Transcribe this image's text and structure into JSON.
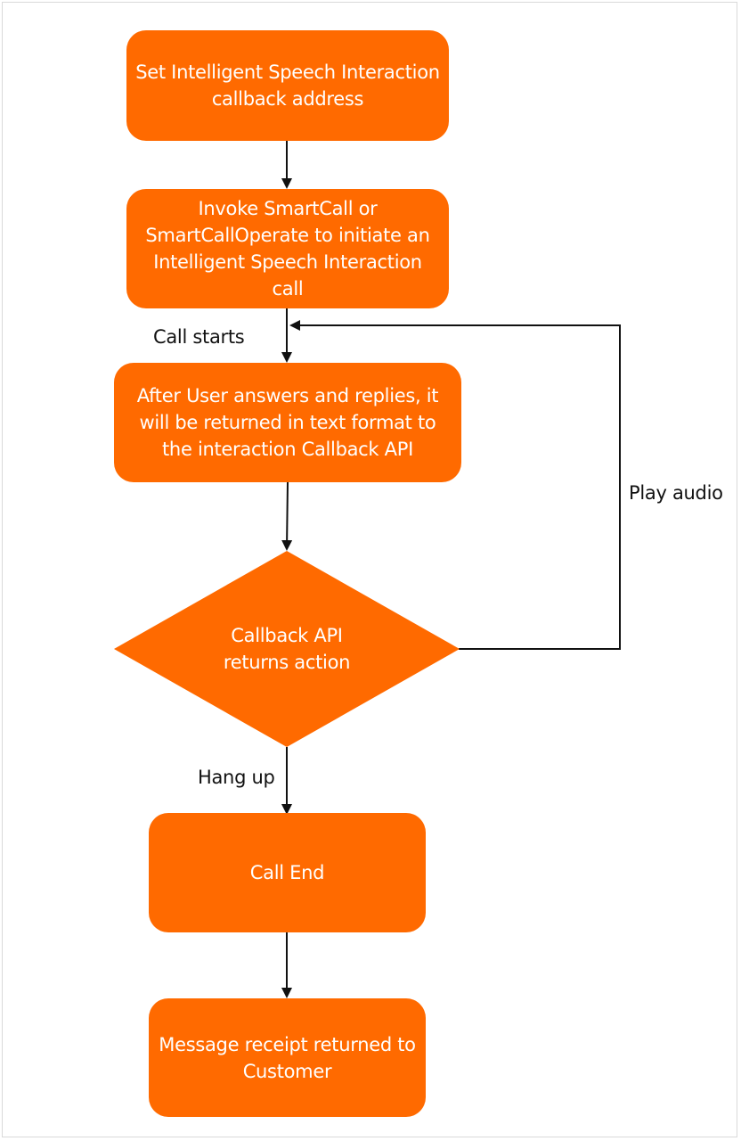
{
  "diagram": {
    "nodes": {
      "set_callback": "Set Intelligent Speech Interaction callback address",
      "invoke_call": "Invoke SmartCall or SmartCallOperate to initiate an Intelligent Speech Interaction call",
      "user_replies": "After User answers and replies, it will be returned in text format to the interaction Callback API",
      "decision": "Callback API returns action",
      "call_end": "Call End",
      "message_receipt": "Message receipt returned to Customer"
    },
    "edge_labels": {
      "call_starts": "Call starts",
      "play_audio": "Play audio",
      "hang_up": "Hang up"
    },
    "colors": {
      "node_fill": "#ff6a00",
      "node_text": "#ffffff",
      "line": "#111111"
    }
  }
}
